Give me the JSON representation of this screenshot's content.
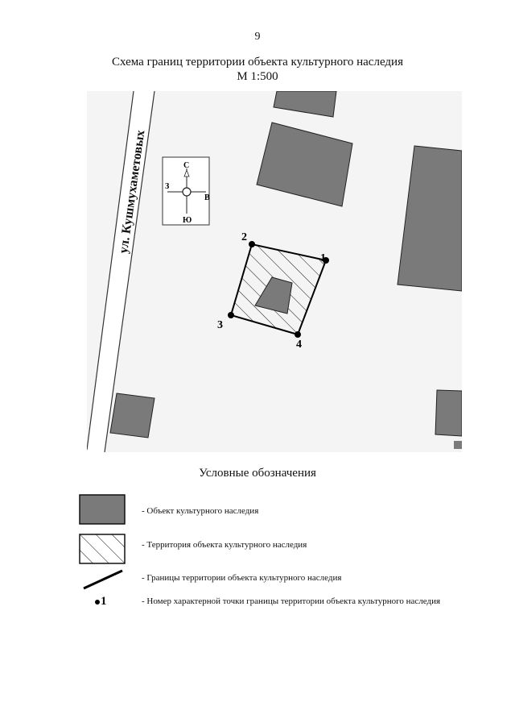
{
  "page_number": "9",
  "title": {
    "line1": "Схема границ территории объекта культурного наследия",
    "line2": "М 1:500"
  },
  "map": {
    "street_label": "ул. Кушмухаметовых",
    "compass": {
      "north": "С",
      "south": "Ю",
      "west": "З",
      "east": "В"
    },
    "points": [
      "1",
      "2",
      "3",
      "4"
    ],
    "colors": {
      "building": "#7a7a7a",
      "boundary": "#000000",
      "ground": "#f4f4f4"
    }
  },
  "legend": {
    "title": "Условные обозначения",
    "items": [
      "- Объект культурного наследия",
      "- Территория объекта культурного наследия",
      "- Границы территории объекта культурного наследия",
      "- Номер характерной точки границы территории объекта культурного наследия"
    ],
    "point_sample_label": "1"
  }
}
